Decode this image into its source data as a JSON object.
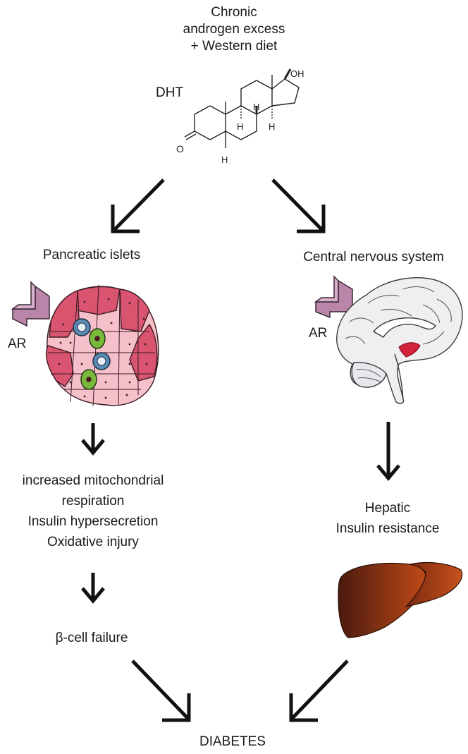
{
  "top": {
    "line1": "Chronic",
    "line2": "androgen excess",
    "line3": "+ Western diet"
  },
  "dht": {
    "label": "DHT",
    "oh": "OH",
    "o": "O",
    "h1": "H",
    "h2": "H",
    "h3": "H",
    "h4": "H"
  },
  "left": {
    "title": "Pancreatic islets",
    "ar": "AR",
    "effects_line1": "increased mitochondrial",
    "effects_line2": "respiration",
    "effects_line3": "Insulin hypersecretion",
    "effects_line4": "Oxidative injury",
    "failure": "β-cell failure"
  },
  "right": {
    "title": "Central nervous system",
    "ar": "AR",
    "effect_line1": "Hepatic",
    "effect_line2": "Insulin resistance"
  },
  "outcome": "DIABETES",
  "colors": {
    "arrow": "#111111",
    "ar_receptor": "#b985a9",
    "islet_light": "#f6c0cb",
    "islet_dark": "#d9546f",
    "beta_blue": "#5b8ab5",
    "alpha_green": "#7ab83c",
    "brain_fill": "#efeff2",
    "hypothalamus": "#d3233a",
    "liver_dark": "#4a1a0d",
    "liver_light": "#c04a18"
  }
}
